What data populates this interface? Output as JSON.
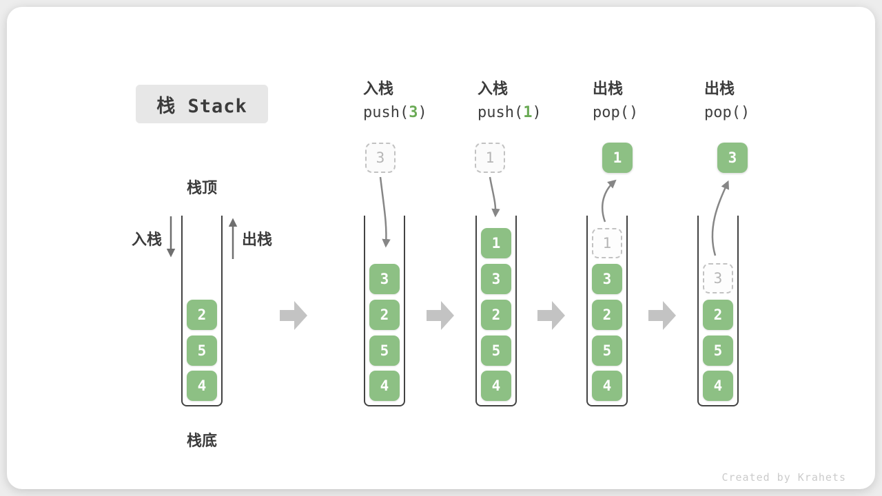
{
  "title": "栈 Stack",
  "labels": {
    "stack_top": "栈顶",
    "stack_bottom": "栈底",
    "push": "入栈",
    "pop": "出栈"
  },
  "operations": [
    {
      "action": "入栈",
      "code_pre": "push(",
      "arg": "3",
      "code_post": ")"
    },
    {
      "action": "入栈",
      "code_pre": "push(",
      "arg": "1",
      "code_post": ")"
    },
    {
      "action": "出栈",
      "code_pre": "pop(",
      "arg": "",
      "code_post": ")"
    },
    {
      "action": "出栈",
      "code_pre": "pop(",
      "arg": "",
      "code_post": ")"
    }
  ],
  "stacks": [
    {
      "cells": [
        "2",
        "5",
        "4"
      ]
    },
    {
      "floating": "3",
      "cells": [
        "3",
        "2",
        "5",
        "4"
      ]
    },
    {
      "floating": "1",
      "cells": [
        "1",
        "3",
        "2",
        "5",
        "4"
      ]
    },
    {
      "floating": "1",
      "cells": [
        "1",
        "3",
        "2",
        "5",
        "4"
      ]
    },
    {
      "floating": "3",
      "cells": [
        "3",
        "2",
        "5",
        "4"
      ]
    }
  ],
  "watermark": "Created by Krahets",
  "colors": {
    "cell_green": "#8DC084",
    "arg_green": "#6AAA55",
    "flow_arrow_gray": "#C3C3C3",
    "curve_arrow_gray": "#868686",
    "ghost_gray": "#B5B5B5",
    "text_dark": "#3B3B3B",
    "title_bg": "#E7E7E7",
    "page_bg": "#EDEDED"
  }
}
